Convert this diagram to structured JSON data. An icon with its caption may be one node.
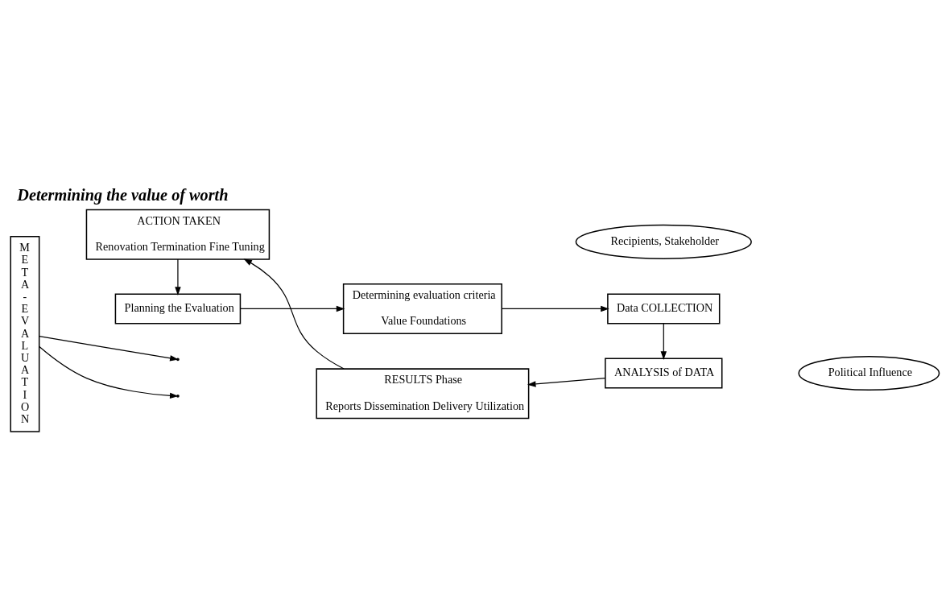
{
  "diagram": {
    "title": "Determining the value of worth",
    "nodes": [
      {
        "text": [
          "META-EVALUATION"
        ]
      },
      {
        "text": [
          "Recipients, Stakeholder"
        ]
      },
      {
        "text": [
          "Planning the Evaluation"
        ]
      },
      {
        "text": [
          "Determining evaluation criteria",
          "Value Foundations"
        ]
      },
      {
        "text": [
          "Data COLLECTION"
        ]
      },
      {
        "text": [
          "ACTION TAKEN",
          "Renovation Termination Fine Tuning"
        ]
      },
      {
        "text": [
          "RESULTS Phase",
          "Reports Dissemination Delivery Utilization"
        ]
      },
      {
        "text": [
          "ANALYSIS of DATA"
        ]
      },
      {
        "text": [
          "Political Influence"
        ]
      }
    ],
    "edges": [
      {
        "from": 0,
        "to": null,
        "arrow": "to"
      },
      {
        "from": 2,
        "to": 3,
        "arrow": "to"
      },
      {
        "from": 3,
        "to": 4,
        "arrow": "to"
      },
      {
        "from": 4,
        "to": 7,
        "arrow": "to"
      },
      {
        "from": 7,
        "to": 6,
        "arrow": "to"
      },
      {
        "from": 6,
        "to": 5,
        "arrow": "to"
      },
      {
        "from": 5,
        "to": 2,
        "arrow": "to"
      },
      {
        "from": 0,
        "to": null,
        "arrow": "to"
      }
    ]
  }
}
